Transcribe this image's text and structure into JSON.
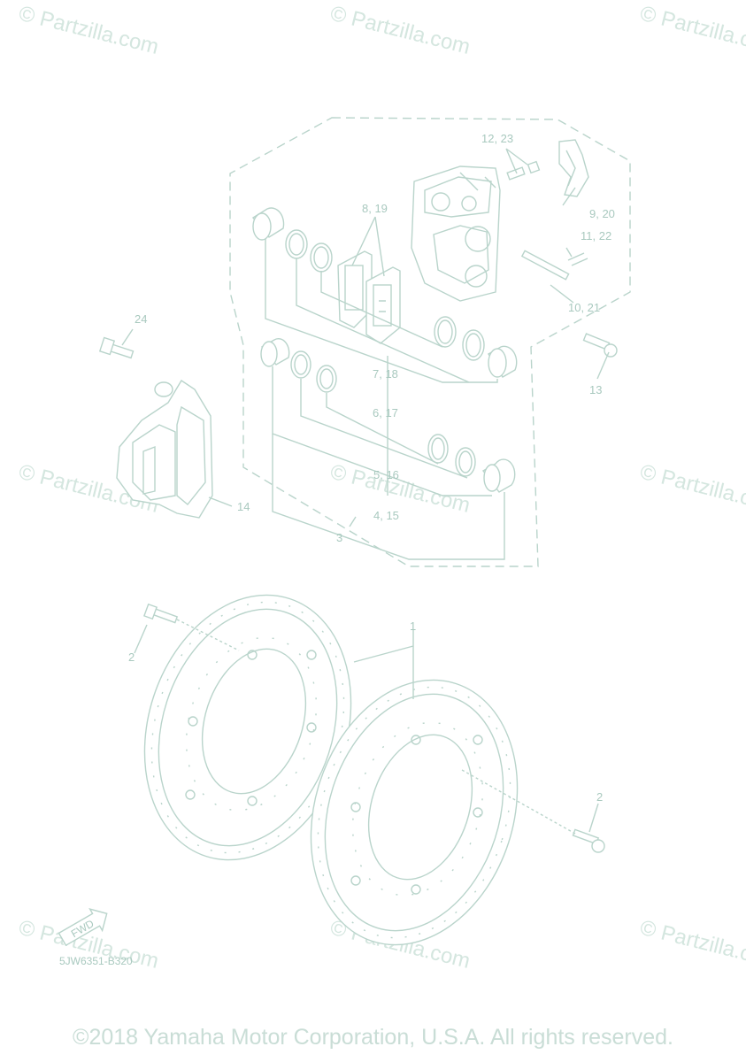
{
  "watermark": "© Partzilla.com",
  "diagram_code": "5JW6351-B320",
  "fwd_label": "FWD",
  "copyright": "©2018 Yamaha Motor Corporation, U.S.A. All rights reserved.",
  "callouts": {
    "c1": "1",
    "c2a": "2",
    "c2b": "2",
    "c3": "3",
    "c4_15": "4, 15",
    "c5_16": "5, 16",
    "c6_17": "6, 17",
    "c7_18": "7, 18",
    "c8_19": "8, 19",
    "c9_20": "9, 20",
    "c10_21": "10, 21",
    "c11_22": "11, 22",
    "c12_23": "12, 23",
    "c13": "13",
    "c14": "14",
    "c24": "24"
  },
  "colors": {
    "line": "#b9d4cb",
    "label": "#a9c9bf",
    "watermark": "#d4e6df"
  }
}
